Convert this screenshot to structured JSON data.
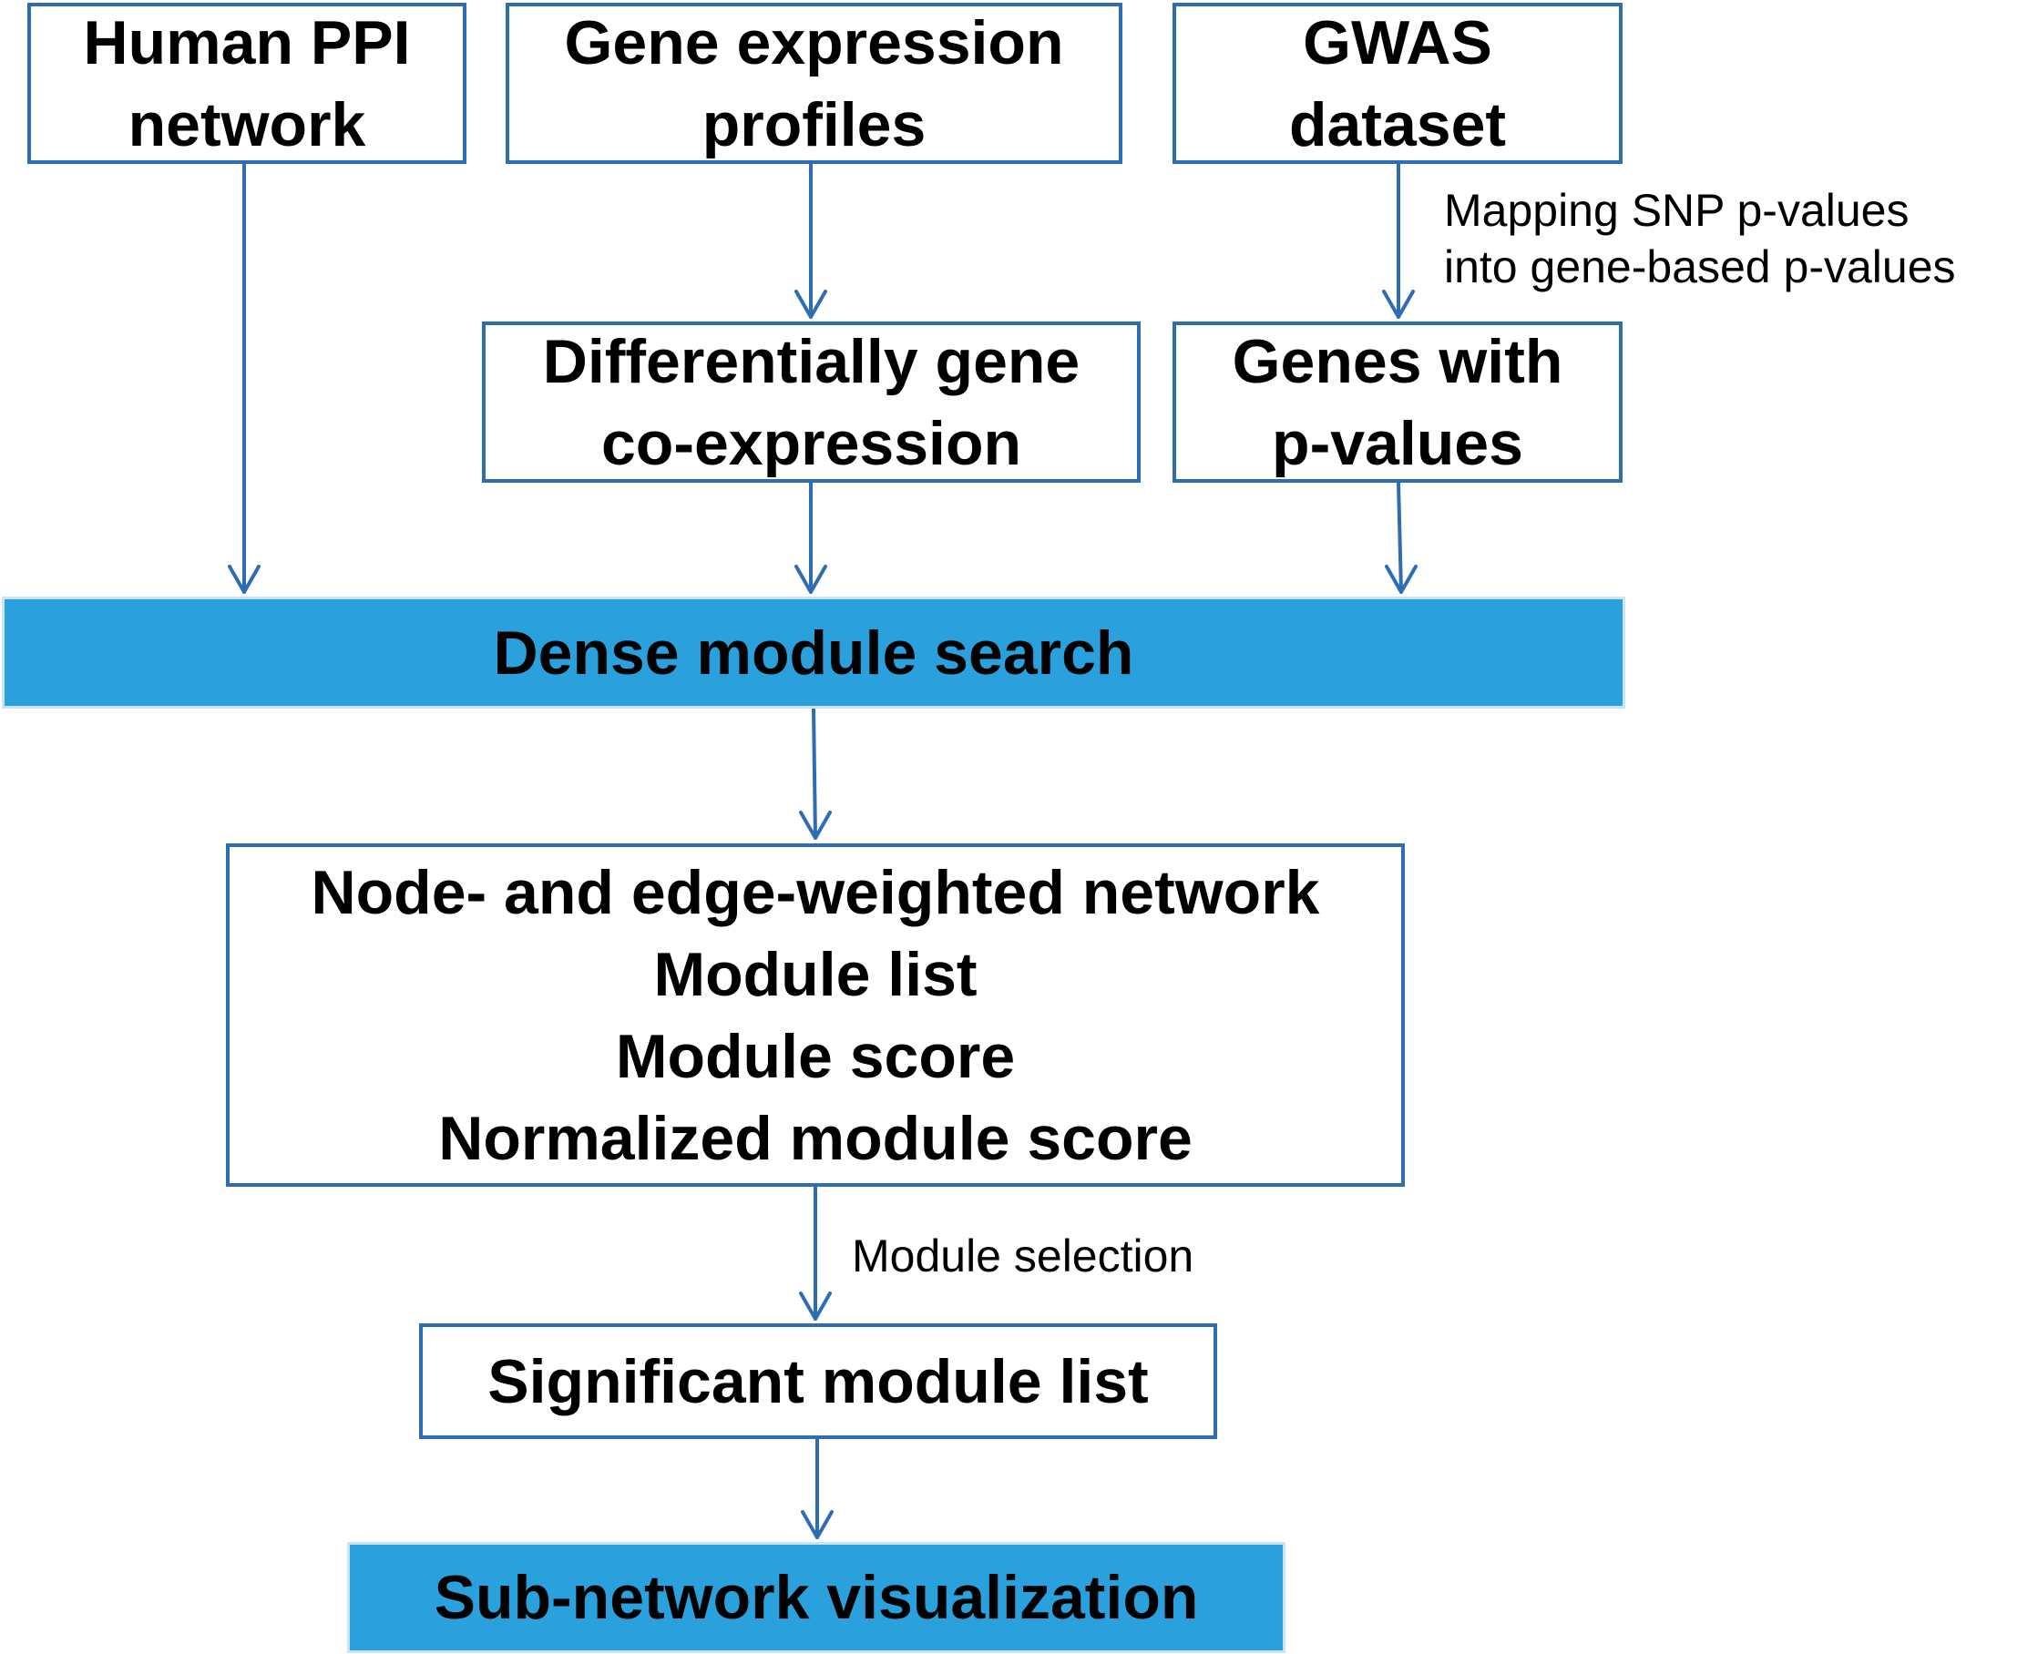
{
  "nodes": {
    "human_ppi": [
      "Human PPI",
      "network"
    ],
    "gene_expression": [
      "Gene expression",
      "profiles"
    ],
    "gwas": [
      "GWAS",
      "dataset"
    ],
    "diff_coexpression": [
      "Differentially gene",
      "co-expression"
    ],
    "genes_pvalues": [
      "Genes with",
      "p-values"
    ],
    "dense_module_search": [
      "Dense module search"
    ],
    "network_outputs": [
      "Node- and edge-weighted network",
      "Module list",
      "Module score",
      "Normalized module score"
    ],
    "significant_modules": [
      "Significant module list"
    ],
    "subnetwork_viz": [
      "Sub-network visualization"
    ]
  },
  "edge_labels": {
    "mapping": [
      "Mapping SNP p-values",
      "into gene-based p-values"
    ],
    "selection": [
      "Module selection"
    ]
  },
  "edges": [
    {
      "from": "human_ppi",
      "to": "dense_module_search"
    },
    {
      "from": "gene_expression",
      "to": "diff_coexpression"
    },
    {
      "from": "gwas",
      "to": "genes_pvalues",
      "label": "mapping"
    },
    {
      "from": "diff_coexpression",
      "to": "dense_module_search"
    },
    {
      "from": "genes_pvalues",
      "to": "dense_module_search"
    },
    {
      "from": "dense_module_search",
      "to": "network_outputs"
    },
    {
      "from": "network_outputs",
      "to": "significant_modules",
      "label": "selection"
    },
    {
      "from": "significant_modules",
      "to": "subnetwork_viz"
    }
  ],
  "colors": {
    "outline": "#2e6db4",
    "arrow": "#2e6db4",
    "highlight_fill": "#2aa1dd"
  }
}
